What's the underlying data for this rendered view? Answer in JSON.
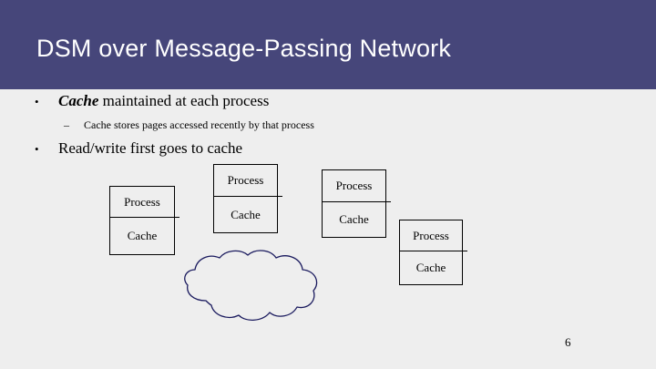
{
  "slide": {
    "title": "DSM over Message-Passing Network",
    "page_number": "6",
    "colors": {
      "title_band": "#46467a",
      "background": "#eeeeee",
      "title_text": "#ffffff",
      "body_text": "#000000",
      "box_border": "#000000",
      "cloud_stroke": "#1a1a5e"
    }
  },
  "body": {
    "bullets": [
      {
        "marker": "•",
        "level": 1,
        "keyword": "Cache",
        "text": " maintained at each process"
      },
      {
        "marker": "–",
        "level": 2,
        "text": "Cache stores pages accessed recently by that process"
      },
      {
        "marker": "•",
        "level": 1,
        "text": "Read/write first goes to cache"
      }
    ]
  },
  "diagram": {
    "nodes": [
      {
        "process_label": "Process",
        "cache_label": "Cache"
      },
      {
        "process_label": "Process",
        "cache_label": "Cache"
      },
      {
        "process_label": "Process",
        "cache_label": "Cache"
      },
      {
        "process_label": "Process",
        "cache_label": "Cache"
      }
    ],
    "network": {
      "shape": "cloud"
    }
  }
}
